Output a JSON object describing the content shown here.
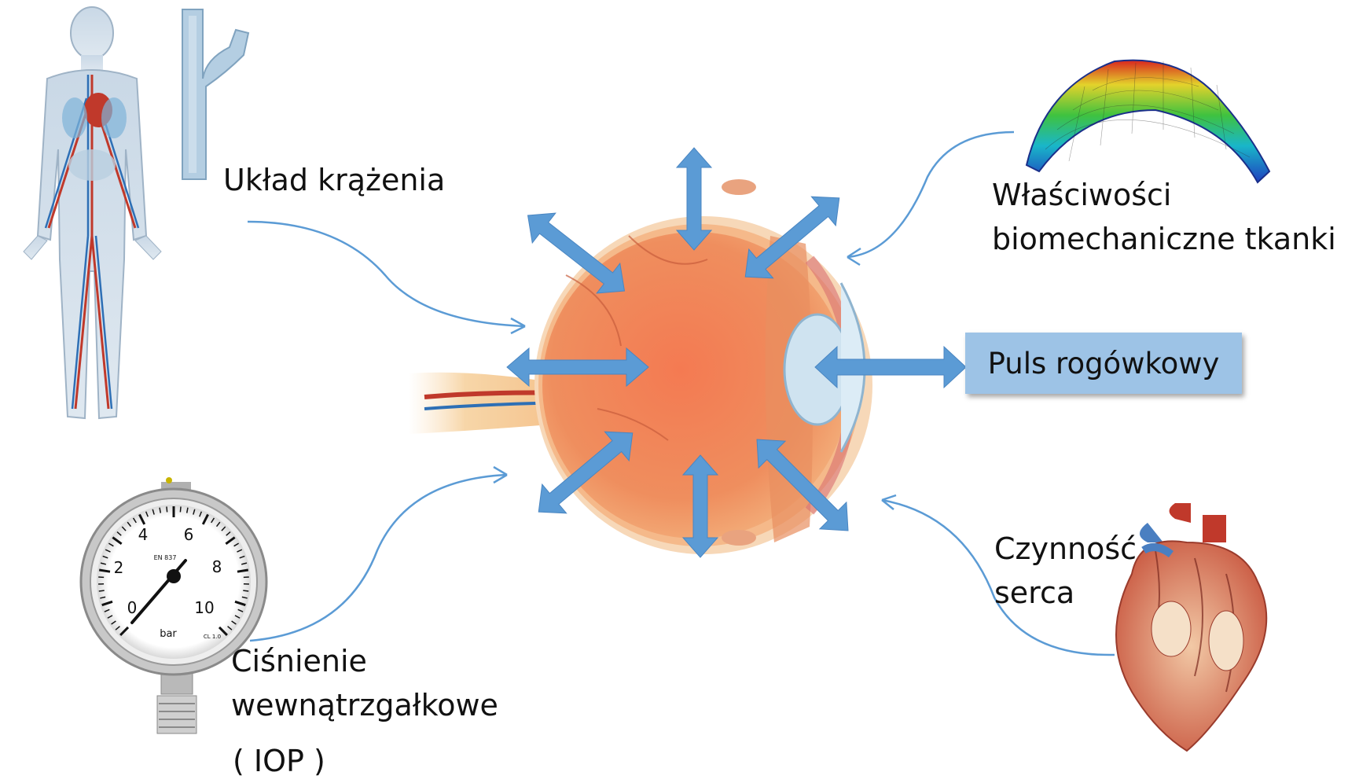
{
  "labels": {
    "circulatory_system": "Układ krążenia",
    "biomechanics_line1": "Właściwości",
    "biomechanics_line2": "biomechaniczne tkanki",
    "corneal_pulse": "Puls rogówkowy",
    "iop_line1": "Ciśnienie",
    "iop_line2": "wewnątrzgałkowe",
    "iop_abbr": "( IOP )",
    "heart_line1": "Czynność",
    "heart_line2": "serca"
  },
  "gauge": {
    "scale_labels": [
      "0",
      "2",
      "4",
      "6",
      "8",
      "10"
    ],
    "unit": "bar",
    "standard": "EN 837",
    "class": "CL 1.0"
  },
  "colors": {
    "arrow_blue": "#5b9bd5",
    "connector_blue": "#5b9bd5",
    "pulse_box": "#9dc3e6",
    "eye_orange": "#f08a5d"
  }
}
